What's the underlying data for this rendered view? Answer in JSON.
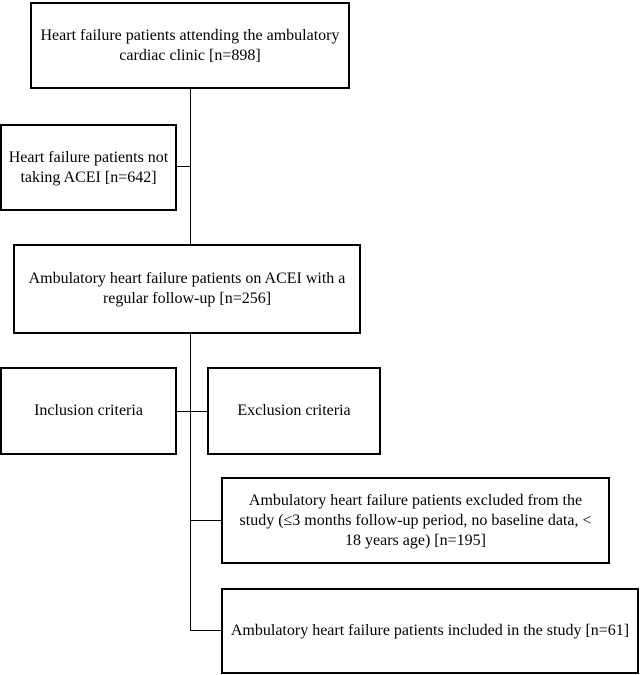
{
  "boxes": {
    "attending": "Heart failure patients attending the ambulatory cardiac clinic [n=898]",
    "not_taking": "Heart failure patients not taking ACEI [n=642]",
    "on_acei": "Ambulatory heart failure patients on ACEI with a regular follow-up [n=256]",
    "inclusion": "Inclusion criteria",
    "exclusion": "Exclusion criteria",
    "excluded": "Ambulatory heart failure patients excluded from the study (≤3 months follow-up period, no baseline data, < 18 years age) [n=195]",
    "included": "Ambulatory heart failure patients included in the study [n=61]"
  }
}
